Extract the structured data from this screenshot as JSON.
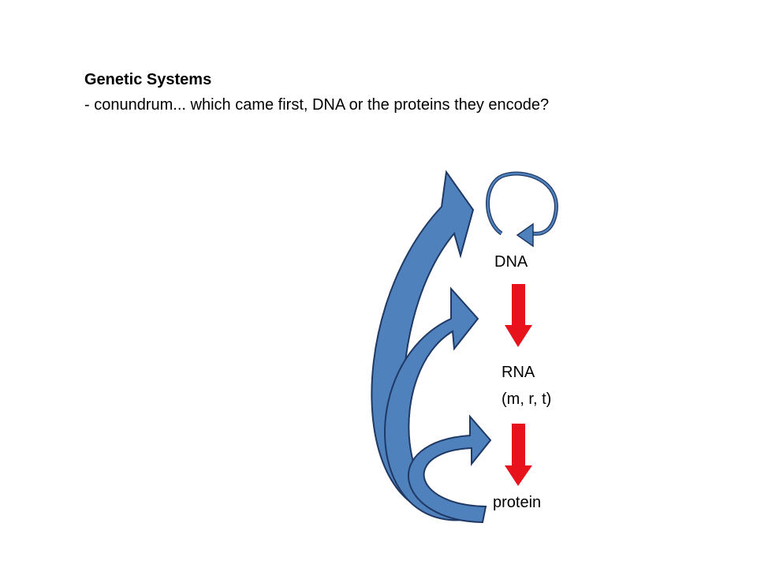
{
  "heading": "Genetic Systems",
  "subtitle": "- conundrum... which came first, DNA or the proteins they encode?",
  "nodes": {
    "dna": "DNA",
    "rna_line1": "RNA",
    "rna_line2": "(m, r, t)",
    "protein": "protein"
  },
  "colors": {
    "curved_arrow_fill": "#4f81bd",
    "curved_arrow_stroke": "#1f3864",
    "straight_arrow": "#e8121c"
  }
}
